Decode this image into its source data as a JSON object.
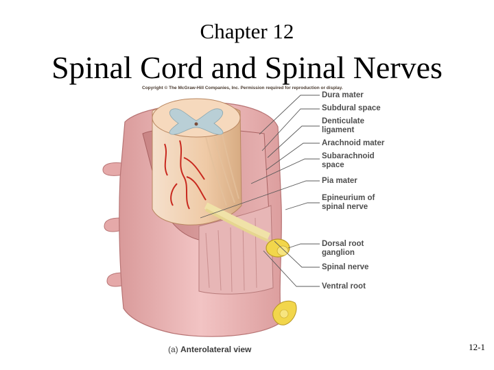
{
  "slide": {
    "chapter": "Chapter 12",
    "title": "Spinal Cord and Spinal Nerves",
    "copyright": "Copyright © The McGraw-Hill Companies, Inc. Permission required for reproduction or display.",
    "caption_letter": "(a)",
    "caption_text": "Anterolateral view",
    "page_number": "12-1"
  },
  "labels": [
    {
      "id": "dura",
      "lines": [
        "Dura mater"
      ]
    },
    {
      "id": "subdural",
      "lines": [
        "Subdural space"
      ]
    },
    {
      "id": "denticulate",
      "lines": [
        "Denticulate",
        "ligament"
      ]
    },
    {
      "id": "arachnoid",
      "lines": [
        "Arachnoid mater"
      ]
    },
    {
      "id": "subarachnoid",
      "lines": [
        "Subarachnoid",
        "space"
      ]
    },
    {
      "id": "pia",
      "lines": [
        "Pia mater"
      ]
    },
    {
      "id": "epineurium",
      "lines": [
        "Epineurium of",
        "spinal nerve"
      ]
    },
    {
      "id": "drg",
      "lines": [
        "Dorsal root",
        "ganglion"
      ]
    },
    {
      "id": "spinal-nerve",
      "lines": [
        "Spinal nerve"
      ]
    },
    {
      "id": "ventral",
      "lines": [
        "Ventral root"
      ]
    }
  ],
  "colors": {
    "dura": "#eab3b3",
    "cord": "#f3cdb0",
    "gray_matter": "#b9cfd6",
    "vessel": "#c8281e",
    "ganglion": "#f2d64b",
    "leader": "#5a5a5a"
  }
}
